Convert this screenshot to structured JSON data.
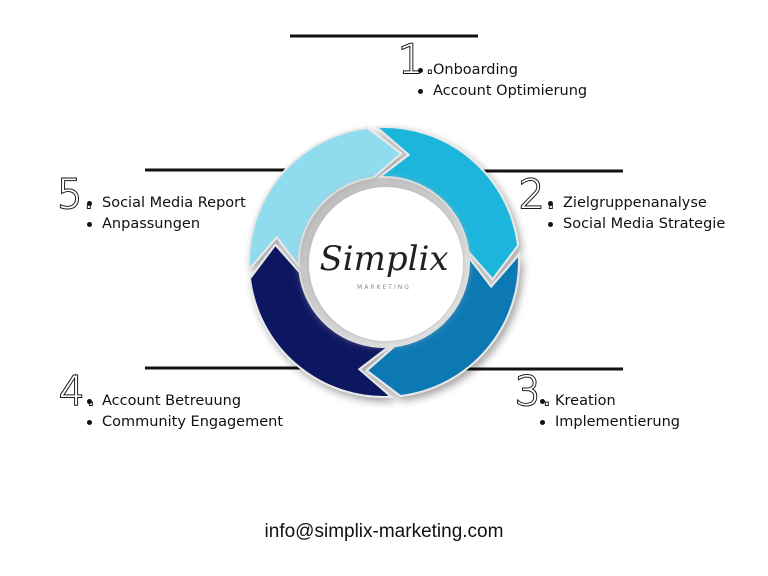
{
  "logo": {
    "word": "Simplix",
    "subword": "MARKETING"
  },
  "colors": {
    "segment_top_right": "#1ab5dc",
    "segment_bottom_right": "#0a79b4",
    "segment_bottom_left": "#0b1360",
    "segment_top_left": "#8fdcee",
    "lines": "#111111"
  },
  "steps": [
    {
      "number": "1",
      "label": "1.",
      "items": [
        "Onboarding",
        "Account Optimierung"
      ]
    },
    {
      "number": "2",
      "label": "2.",
      "items": [
        "Zielgruppenanalyse",
        "Social Media Strategie"
      ]
    },
    {
      "number": "3",
      "label": "3.",
      "items": [
        "Kreation",
        "Implementierung"
      ]
    },
    {
      "number": "4",
      "label": "4.",
      "items": [
        "Account Betreuung",
        "Community Engagement"
      ]
    },
    {
      "number": "5",
      "label": "5.",
      "items": [
        "Social Media Report",
        "Anpassungen"
      ]
    }
  ],
  "contact": {
    "email": "info@simplix-marketing.com"
  }
}
